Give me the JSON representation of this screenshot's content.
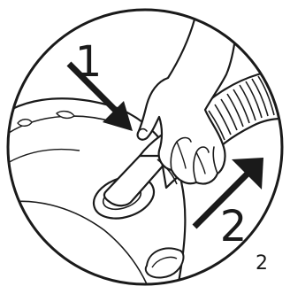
{
  "diagram": {
    "steps": [
      {
        "label": "1"
      },
      {
        "label": "2"
      }
    ],
    "figure_number": "2"
  }
}
